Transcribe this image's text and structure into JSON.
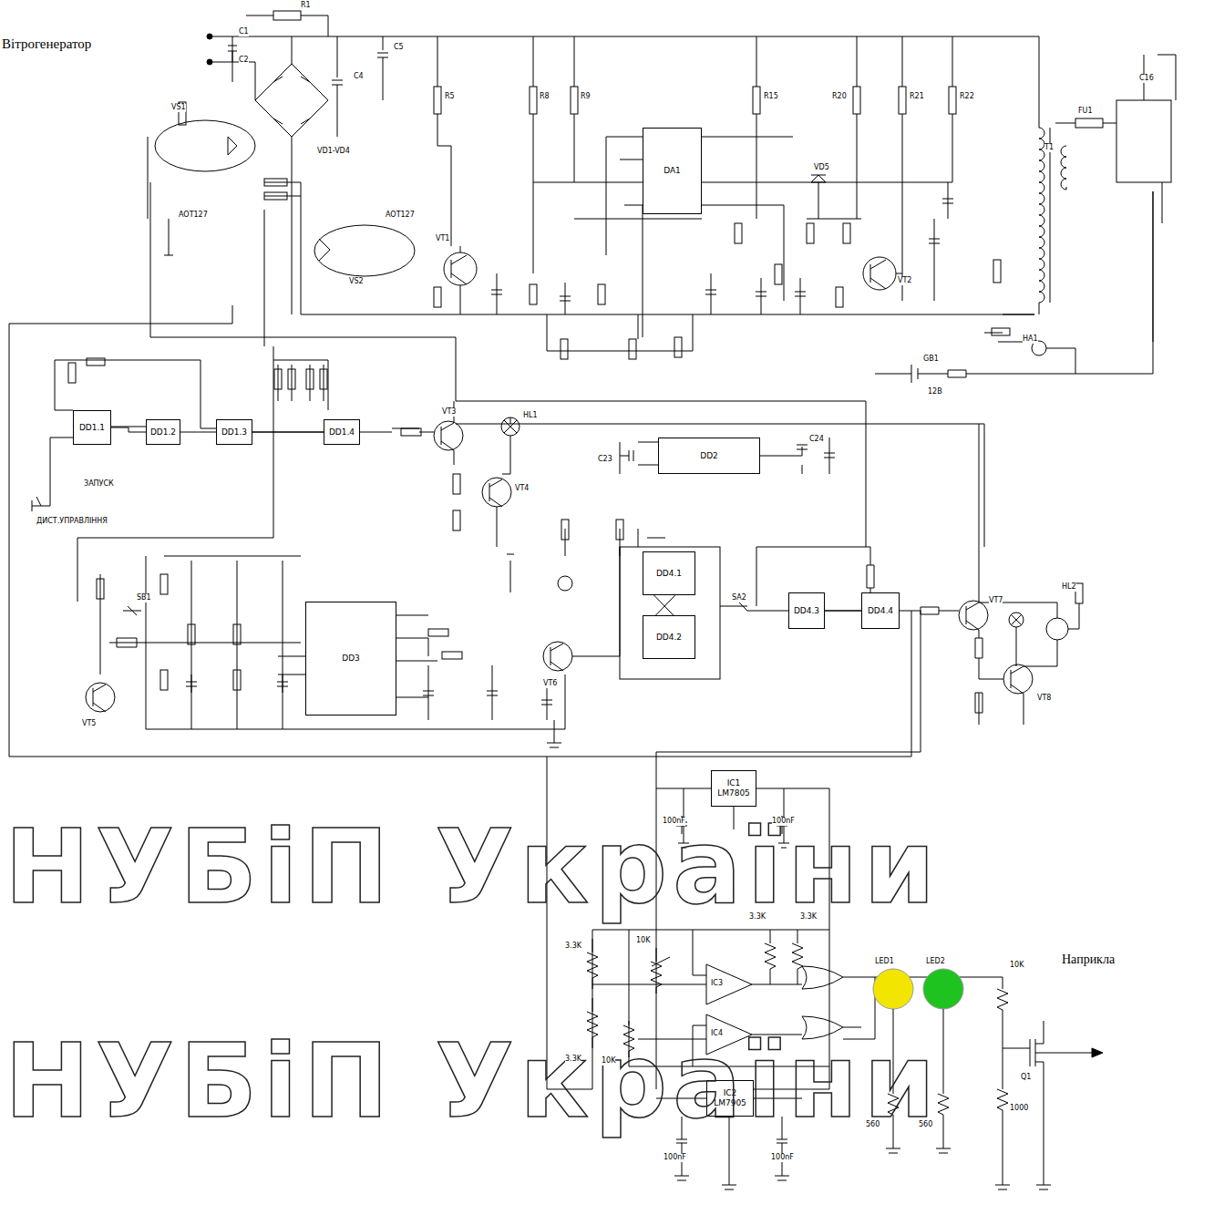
{
  "diagram": {
    "nodes": [
      {
        "text": [
          "DA1"
        ]
      },
      {
        "text": [
          "DD1.1"
        ]
      },
      {
        "text": [
          "DD1.2"
        ]
      },
      {
        "text": [
          "DD1.3"
        ]
      },
      {
        "text": [
          "DD1.4"
        ]
      },
      {
        "text": [
          "DD2"
        ]
      },
      {
        "text": [
          "DD3"
        ]
      },
      {
        "text": [
          "DD4.1"
        ]
      },
      {
        "text": [
          "DD4.2"
        ]
      },
      {
        "text": [
          "DD4.3"
        ]
      },
      {
        "text": [
          "DD4.4"
        ]
      },
      {
        "text": [
          "IC1",
          "LM7805"
        ]
      },
      {
        "text": [
          "IC2",
          "LM7905"
        ]
      }
    ],
    "edges": [
      {
        "from": 1,
        "to": 2,
        "arrow": "none"
      },
      {
        "from": 2,
        "to": 3,
        "arrow": "none"
      },
      {
        "from": 3,
        "to": 4,
        "arrow": "none"
      },
      {
        "from": 9,
        "to": 10,
        "arrow": "none"
      }
    ],
    "labels": [
      "Вітрогенератор",
      "Наприкла",
      "НУБіП України",
      "НУБіП України",
      "C1",
      "C2",
      "R1",
      "VD1-VD4",
      "C4",
      "C5",
      "VS1",
      "AOT127",
      "VS2",
      "AOT127",
      "R5",
      "VT1",
      "R8",
      "R9",
      "R15",
      "R20",
      "R21",
      "R22",
      "VD5",
      "VT2",
      "T1",
      "C16",
      "FU1",
      "HA1",
      "GB1",
      "12В",
      "VT3",
      "VT4",
      "HL1",
      "C23",
      "C24",
      "ЗАПУСК",
      "ДИСТ.УПРАВЛІННЯ",
      "SB1",
      "VT5",
      "VT6",
      "SA2",
      "VT7",
      "VT8",
      "HL2",
      "100nF",
      "100nF",
      "3.3K",
      "10K",
      "3.3K",
      "3.3K",
      "3.3K",
      "10K",
      "IC3",
      "IC4",
      "LED1",
      "LED2",
      "10K",
      "560",
      "560",
      "1000",
      "Q1",
      "100nF",
      "100nF"
    ]
  }
}
